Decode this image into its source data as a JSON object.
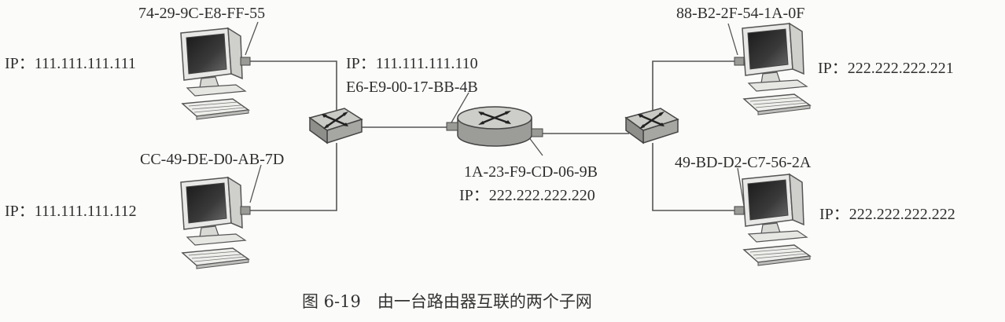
{
  "hosts": {
    "top_left": {
      "mac": "74-29-9C-E8-FF-55",
      "ip": "IP：111.111.111.111"
    },
    "bottom_left": {
      "mac": "CC-49-DE-D0-AB-7D",
      "ip": "IP：111.111.111.112"
    },
    "top_right": {
      "mac": "88-B2-2F-54-1A-0F",
      "ip": "IP：222.222.222.221"
    },
    "bottom_right": {
      "mac": "49-BD-D2-C7-56-2A",
      "ip": "IP：222.222.222.222"
    }
  },
  "router": {
    "left_ip": "IP：111.111.111.110",
    "left_mac": "E6-E9-00-17-BB-4B",
    "right_mac": "1A-23-F9-CD-06-9B",
    "right_ip": "IP：222.222.222.220"
  },
  "caption": "图 6-19　由一台路由器互联的两个子网"
}
